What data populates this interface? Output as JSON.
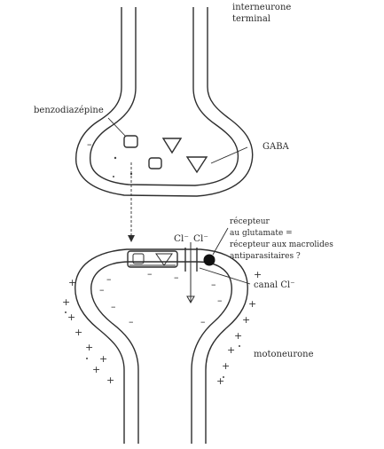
{
  "labels": {
    "interneuron": [
      "interneurone",
      "terminal"
    ],
    "benzodiazepine": "benzodiazépine",
    "gaba": "GABA",
    "chloride_ion": "Cl⁻",
    "receptor": [
      "récepteur",
      "au glutamate =",
      "récepteur aux macrolides",
      "antiparasitaires ?"
    ],
    "chloride_channel": "canal Cl⁻",
    "motoneuron": "motoneurone"
  },
  "signs": {
    "positive": "+",
    "negative": "–"
  }
}
